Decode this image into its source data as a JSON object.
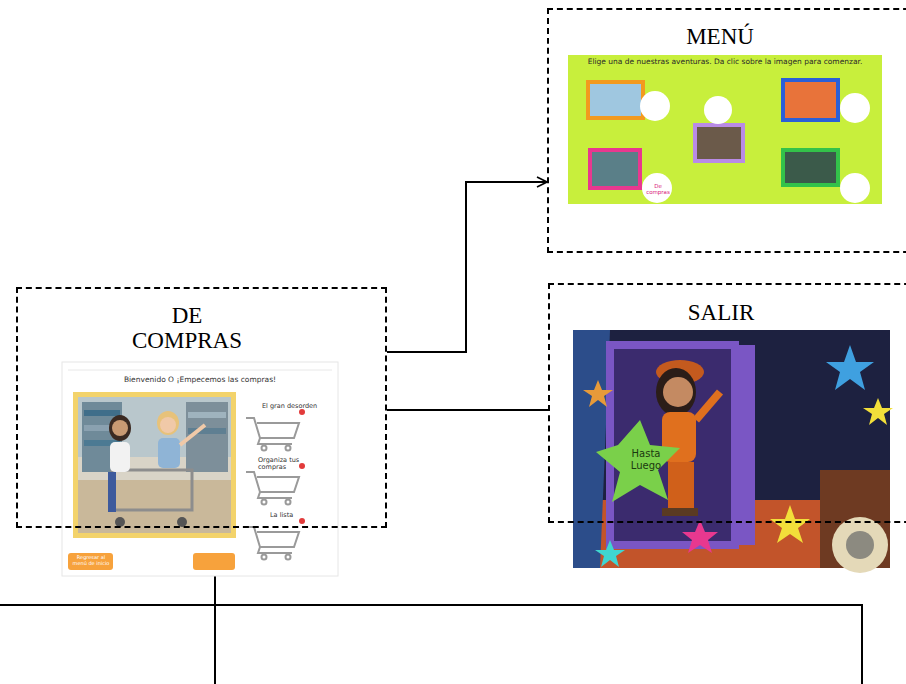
{
  "diagram": {
    "nodes": [
      {
        "text": [
          "DE COMPRAS"
        ]
      },
      {
        "text": [
          "MENÚ"
        ]
      },
      {
        "text": [
          "SALIR"
        ]
      }
    ],
    "edges": [
      {
        "from": 0,
        "to": 1,
        "arrow": "to"
      },
      {
        "from": 0,
        "to": 2,
        "arrow": "none"
      }
    ],
    "labels": [
      "Bienvenido O ¡Empecemos las compras!",
      "El gran desorden",
      "Organiza tus compras",
      "La lista",
      "Regresar al menú de inicio",
      "Elige una de nuestras aventuras. Da clic sobre la imagen para comenzar.",
      "De compras",
      "Hasta Luego"
    ]
  }
}
